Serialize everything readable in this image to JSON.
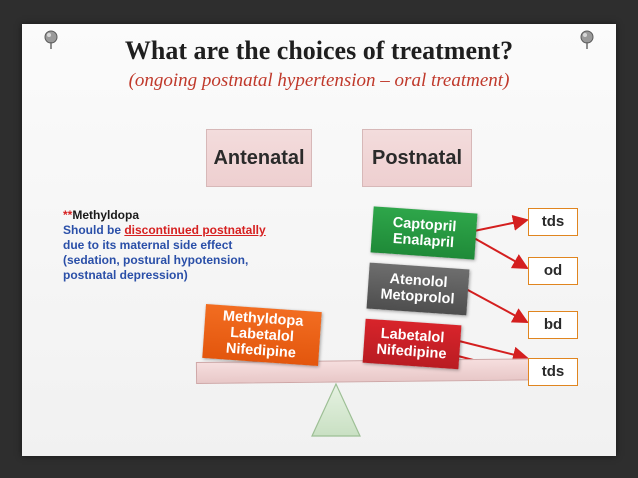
{
  "slide": {
    "title": "What are the choices of treatment?",
    "subtitle": "(ongoing postnatal hypertension – oral treatment)"
  },
  "headers": {
    "antenatal": "Antenatal",
    "postnatal": "Postnatal"
  },
  "note": {
    "prefix": "**",
    "drug": "Methyldopa",
    "line_a": "Should be ",
    "line_b": "discontinued postnatally",
    "line_c": "due to its maternal side effect",
    "line_d": "(sedation, postural hypotension,",
    "line_e": "postnatal depression)"
  },
  "antenatal_box": {
    "line1": "Methyldopa",
    "line2": "Labetalol",
    "line3": "Nifedipine"
  },
  "postnatal_boxes": [
    {
      "line1": "Captopril",
      "line2": "Enalapril"
    },
    {
      "line1": "Atenolol",
      "line2": "Metoprolol"
    },
    {
      "line1": "Labetalol",
      "line2": "Nifedipine"
    }
  ],
  "frequencies": [
    "tds",
    "od",
    "bd",
    "tds"
  ],
  "colors": {
    "title_accent": "#c0392b",
    "orange": "#e3560d",
    "green": "#1f8a38",
    "gray": "#4e4e4e",
    "red": "#b91c22",
    "arrow": "#d41f1f"
  },
  "icons": {
    "pin_left": "pushpin-icon",
    "pin_right": "pushpin-icon"
  }
}
